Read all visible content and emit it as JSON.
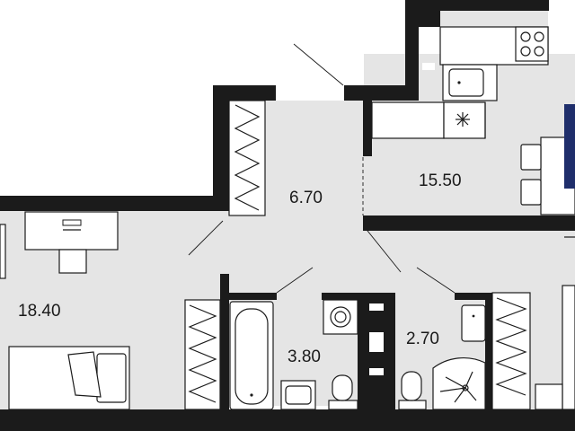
{
  "rooms": {
    "hall": "6.70",
    "kitchen": "15.50",
    "bedroom": "18.40",
    "bathroom": "3.80",
    "wc": "2.70"
  },
  "colors": {
    "wall": "#1b1b1b",
    "floor": "#e5e5e5",
    "accent": "#1f2e6b"
  }
}
